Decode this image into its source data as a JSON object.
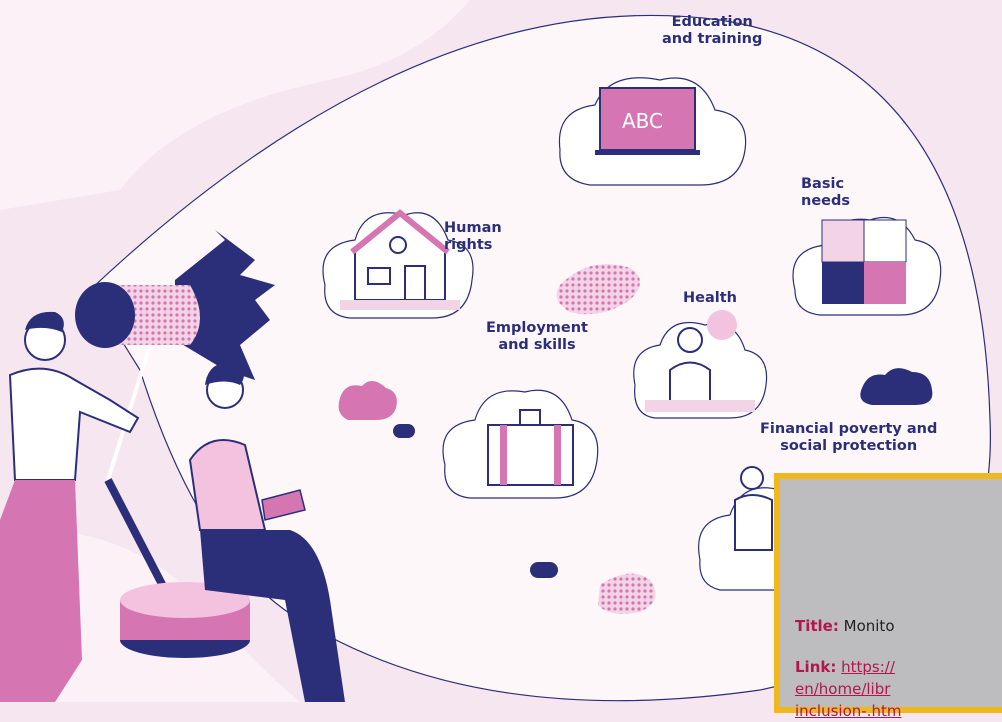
{
  "topics": {
    "education": [
      "Education",
      "and training"
    ],
    "basic_needs": [
      "Basic",
      "needs"
    ],
    "human_rights": [
      "Human",
      "rights"
    ],
    "health": [
      "Health"
    ],
    "employment": [
      "Employment",
      "and skills"
    ],
    "financial": [
      "Financial poverty and",
      "social protection"
    ]
  },
  "board_text": "ABC",
  "card": {
    "title_label": "Title:",
    "title_value": "Monito",
    "link_label": "Link:",
    "link_lines": [
      "https://",
      "en/home/libr",
      "inclusion-.htm"
    ]
  },
  "colors": {
    "navy": "#2b2f7a",
    "pink": "#d576b2",
    "light_pink": "#f3d4e6",
    "card_border": "#efb81c",
    "card_bg": "#bdbdbf",
    "label_red": "#b0174d"
  }
}
